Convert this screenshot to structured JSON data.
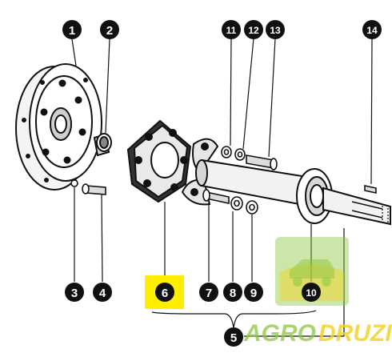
{
  "diagram": {
    "callouts": [
      {
        "id": "1",
        "label": "1"
      },
      {
        "id": "2",
        "label": "2"
      },
      {
        "id": "3",
        "label": "3"
      },
      {
        "id": "4",
        "label": "4"
      },
      {
        "id": "5",
        "label": "5"
      },
      {
        "id": "6",
        "label": "6"
      },
      {
        "id": "7",
        "label": "7"
      },
      {
        "id": "8",
        "label": "8"
      },
      {
        "id": "9",
        "label": "9"
      },
      {
        "id": "10",
        "label": "10"
      },
      {
        "id": "11",
        "label": "11"
      },
      {
        "id": "12",
        "label": "12"
      },
      {
        "id": "13",
        "label": "13"
      },
      {
        "id": "14",
        "label": "14"
      }
    ],
    "highlight": {
      "callout": "6",
      "color": "#ffee00"
    }
  },
  "watermark": {
    "brand_part1": "AGRO",
    "brand_part2": "DRUZI",
    "color_green": "#8dc63f",
    "color_yellow": "#f2d21b"
  }
}
